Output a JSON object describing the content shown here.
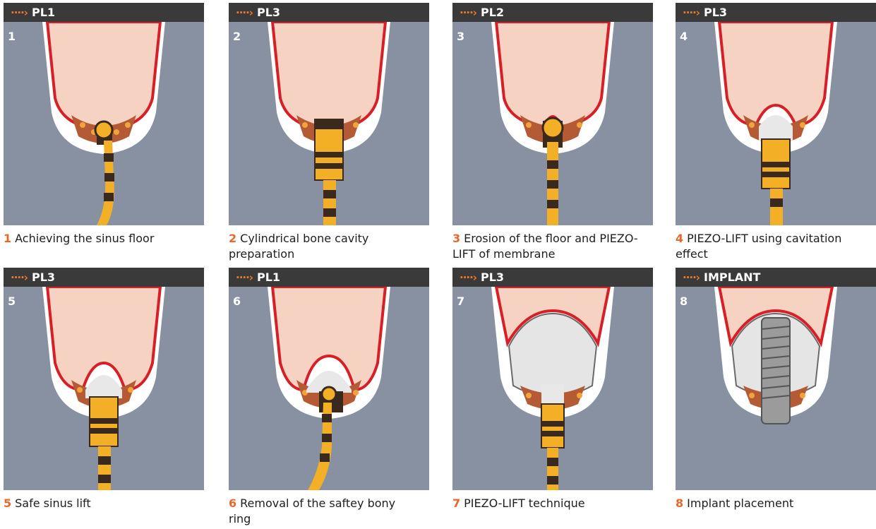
{
  "colors": {
    "header_bg": "#3a3a3a",
    "arrow": "#f07a2a",
    "number": "#e9672a",
    "panel_bg": "#8791a1",
    "sinus": "#f6d2c3",
    "membrane": "#d71f27",
    "bone_outline": "#ffffff",
    "tool_gold": "#f3b027",
    "tool_dark": "#3a2a1e"
  },
  "arrow_icon": "dotted-arrow-icon",
  "panels": [
    {
      "number": "1",
      "tag": "PL1",
      "caption": "Achieving the sinus floor"
    },
    {
      "number": "2",
      "tag": "PL3",
      "caption": "Cylindrical bone cavity preparation"
    },
    {
      "number": "3",
      "tag": "PL2",
      "caption": "Erosion of the floor and PIEZO-LIFT of membrane"
    },
    {
      "number": "4",
      "tag": "PL3",
      "caption": "PIEZO-LIFT using cavitation effect"
    },
    {
      "number": "5",
      "tag": "PL3",
      "caption": "Safe sinus lift"
    },
    {
      "number": "6",
      "tag": "PL1",
      "caption": "Removal of the saftey bony ring"
    },
    {
      "number": "7",
      "tag": "PL3",
      "caption": "PIEZO-LIFT technique"
    },
    {
      "number": "8",
      "tag": "IMPLANT",
      "caption": "Implant placement"
    }
  ]
}
